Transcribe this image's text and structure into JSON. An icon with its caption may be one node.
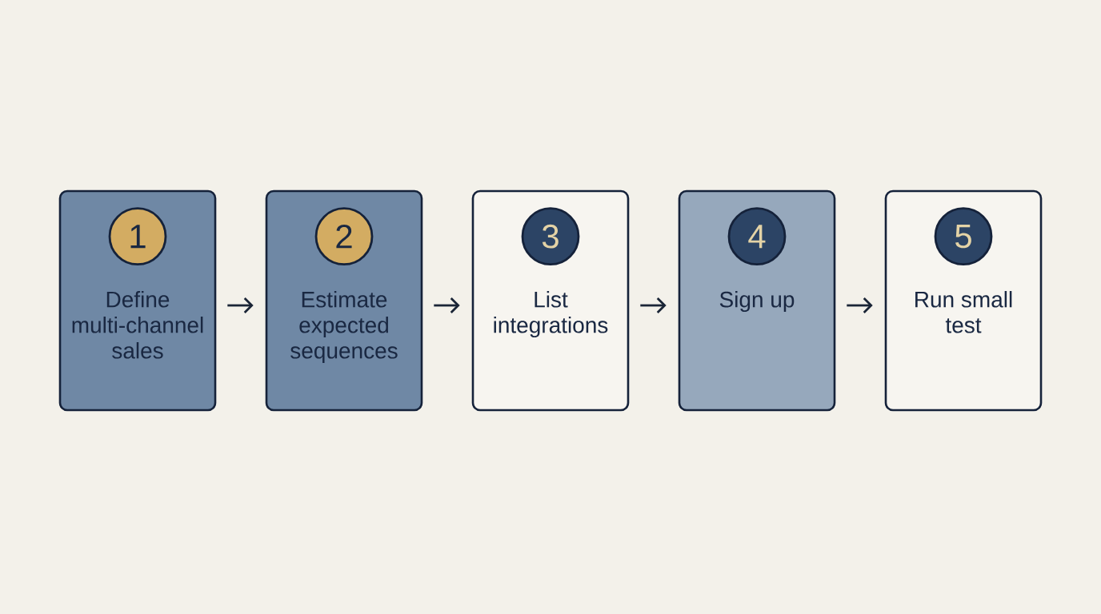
{
  "diagram": {
    "nodes": [
      {
        "text": [
          "Define multi-channel sales"
        ]
      },
      {
        "text": [
          "1"
        ],
        "in": 0
      },
      {
        "text": [
          "Estimate expected sequences"
        ]
      },
      {
        "text": [
          "2"
        ],
        "in": 2
      },
      {
        "text": [
          "List integrations"
        ]
      },
      {
        "text": [
          "3"
        ],
        "in": 4
      },
      {
        "text": [
          "Sign up"
        ]
      },
      {
        "text": [
          "4"
        ],
        "in": 6
      },
      {
        "text": [
          "Run small test"
        ]
      },
      {
        "text": [
          "5"
        ],
        "in": 8
      }
    ],
    "edges": [
      {
        "from": 0,
        "to": 2,
        "arrow": "to"
      },
      {
        "from": 2,
        "to": 4,
        "arrow": "to"
      },
      {
        "from": 4,
        "to": 6,
        "arrow": "to"
      },
      {
        "from": 6,
        "to": 8,
        "arrow": "to"
      }
    ]
  }
}
